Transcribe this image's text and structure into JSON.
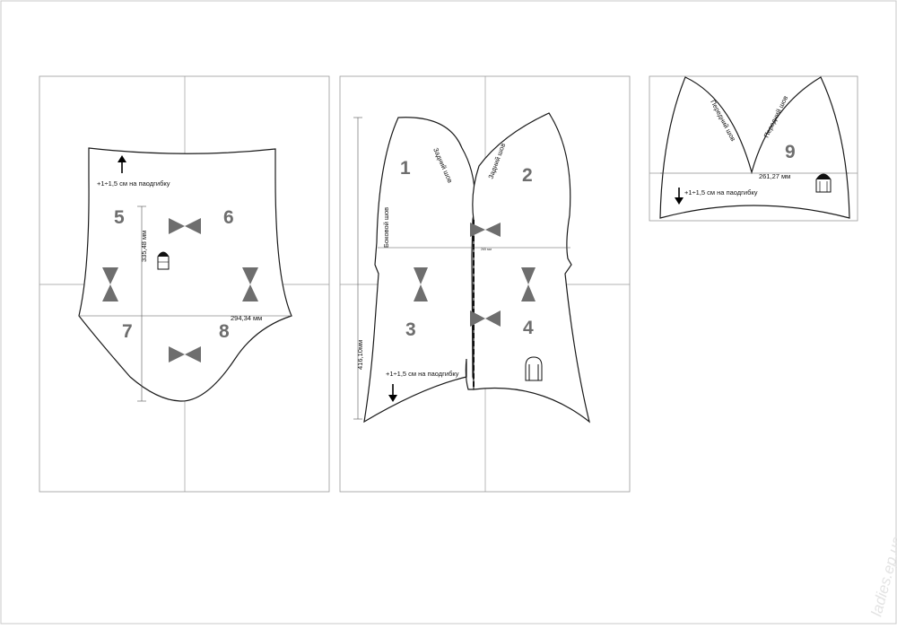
{
  "pieces": {
    "p1": "1",
    "p2": "2",
    "p3": "3",
    "p4": "4",
    "p5": "5",
    "p6": "6",
    "p7": "7",
    "p8": "8",
    "p9": "9"
  },
  "labels": {
    "hem_allowance": "+1÷1,5 см на паодгибку",
    "back_seam": "Задний шов",
    "side_seam": "Боковой шов",
    "front_seam": "Передний шов"
  },
  "dimensions": {
    "sheet1_height": "335,48 мм",
    "sheet1_width": "294,34 мм",
    "sheet2_width": "265 мм",
    "sheet2_height": "416,10мм",
    "sheet3_width": "261,27 мм"
  },
  "watermark": "ladies.ep.ua"
}
